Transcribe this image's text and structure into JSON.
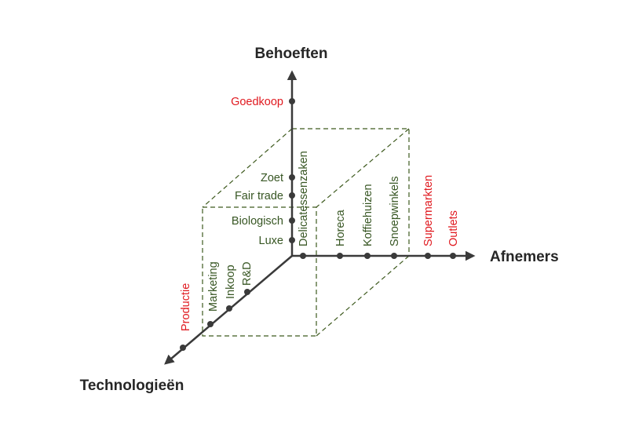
{
  "axes": {
    "vertical": "Behoeften",
    "horizontal": "Afnemers",
    "depth": "Technologieën"
  },
  "colors": {
    "red": "#e0191f",
    "green": "#375623",
    "axis": "#3a3a3a"
  },
  "behoeften": [
    {
      "text": "Goedkoop",
      "color": "red"
    },
    {
      "text": "Zoet",
      "color": "green"
    },
    {
      "text": "Fair trade",
      "color": "green"
    },
    {
      "text": "Biologisch",
      "color": "green"
    },
    {
      "text": "Luxe",
      "color": "green"
    }
  ],
  "afnemers": [
    {
      "text": "Delicatessenzaken",
      "color": "green"
    },
    {
      "text": "Horeca",
      "color": "green"
    },
    {
      "text": "Koffiehuizen",
      "color": "green"
    },
    {
      "text": "Snoepwinkels",
      "color": "green"
    },
    {
      "text": "Supermarkten",
      "color": "red"
    },
    {
      "text": "Outlets",
      "color": "red"
    }
  ],
  "technologieen": [
    {
      "text": "R&D",
      "color": "green"
    },
    {
      "text": "Inkoop",
      "color": "green"
    },
    {
      "text": "Marketing",
      "color": "green"
    },
    {
      "text": "Productie",
      "color": "red"
    }
  ]
}
